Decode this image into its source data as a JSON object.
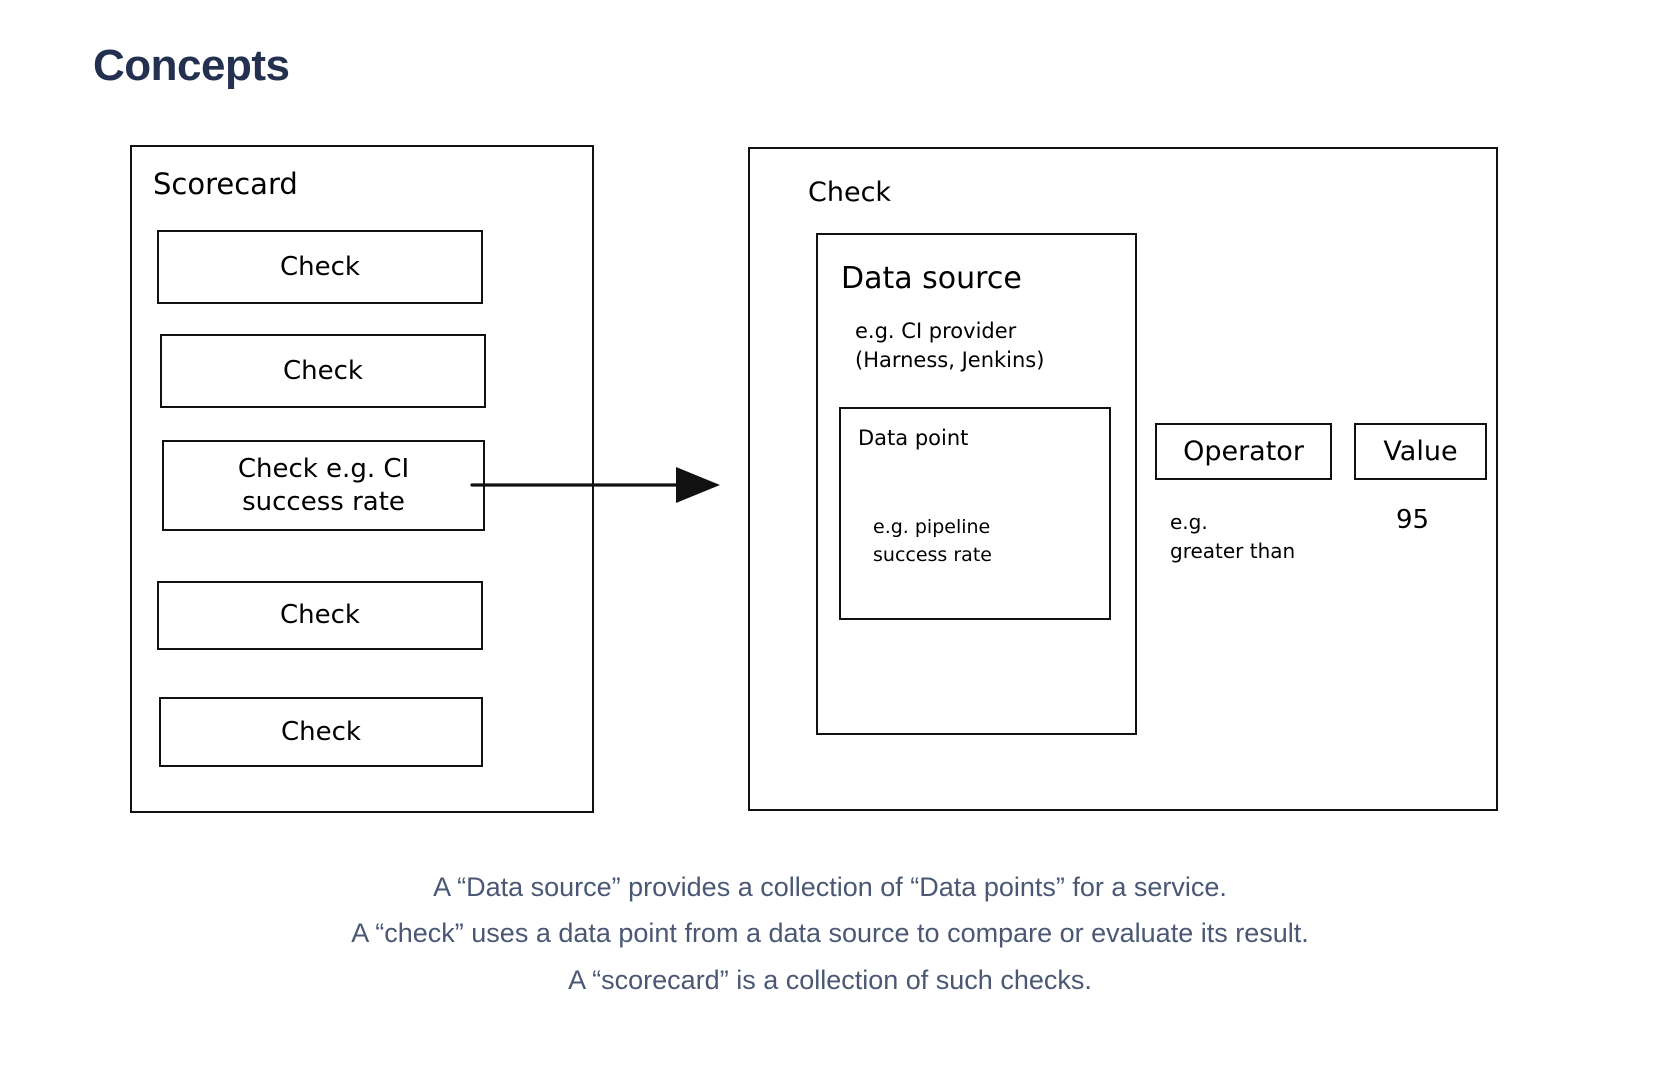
{
  "page": {
    "title": "Concepts",
    "title_color": "#23304f",
    "caption_color": "#4a5875",
    "stroke_color": "#111111",
    "background": "#ffffff"
  },
  "scorecard": {
    "title": "Scorecard",
    "checks": [
      {
        "label": "Check"
      },
      {
        "label": "Check"
      },
      {
        "label": "Check e.g. CI\nsuccess rate"
      },
      {
        "label": "Check"
      },
      {
        "label": "Check"
      }
    ]
  },
  "arrow": {
    "icon": "arrow-right-icon",
    "from": "check-e-g-ci-success-rate",
    "to": "check-detail-panel"
  },
  "check_detail": {
    "title": "Check",
    "data_source": {
      "title": "Data source",
      "example": "e.g. CI provider\n(Harness, Jenkins)",
      "data_point": {
        "title": "Data point",
        "example": "e.g. pipeline\nsuccess rate"
      }
    },
    "operator": {
      "label": "Operator",
      "example": "e.g.\ngreater than"
    },
    "value": {
      "label": "Value",
      "number": "95"
    }
  },
  "caption": {
    "lines": [
      "A “Data source” provides a collection of “Data points” for a service.",
      "A “check” uses a data point from a data source to compare or evaluate its result.",
      "A “scorecard” is a collection of such checks."
    ]
  }
}
